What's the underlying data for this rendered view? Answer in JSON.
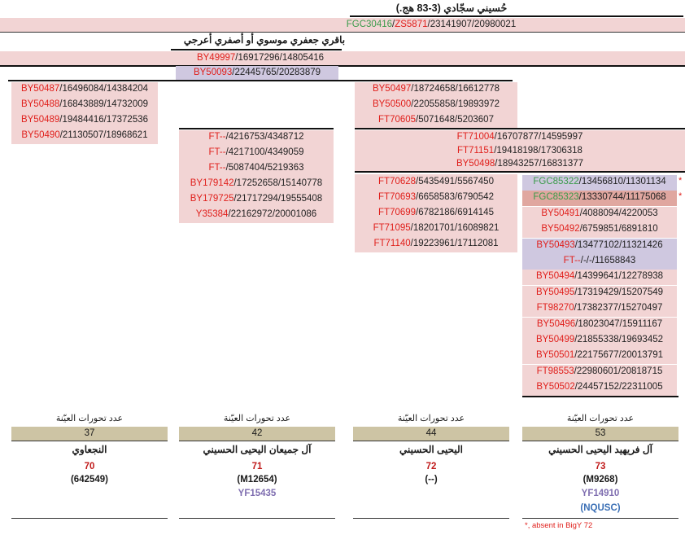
{
  "top": {
    "title": "حُسيني سجّادي (3-83 هج.)",
    "lineage": [
      {
        "t": "FGC30416",
        "c": "green"
      },
      {
        "t": "/",
        "c": "dark"
      },
      {
        "t": "ZS5871",
        "c": "red"
      },
      {
        "t": "/23141907/20980021",
        "c": "dark"
      }
    ],
    "subtitle": "باقري جعفري موسوي    أو    أصفري أعرجي",
    "row1": [
      {
        "t": "BY49997",
        "c": "red"
      },
      {
        "t": "/16917296/14805416",
        "c": "dark"
      }
    ],
    "row2": [
      {
        "t": "BY50093",
        "c": "red"
      },
      {
        "t": "/22445765/20283879",
        "c": "dark"
      }
    ]
  },
  "col1": [
    [
      {
        "t": "BY50487",
        "c": "red"
      },
      {
        "t": "/16496084/14384204",
        "c": "dark"
      }
    ],
    [
      {
        "t": "BY50488",
        "c": "red"
      },
      {
        "t": "/16843889/14732009",
        "c": "dark"
      }
    ],
    [
      {
        "t": "BY50489",
        "c": "red"
      },
      {
        "t": "/19484416/17372536",
        "c": "dark"
      }
    ],
    [
      {
        "t": "BY50490",
        "c": "red"
      },
      {
        "t": "/21130507/18968621",
        "c": "dark"
      }
    ]
  ],
  "col2": [
    [
      {
        "t": "FT--",
        "c": "red"
      },
      {
        "t": "/4216753/4348712",
        "c": "dark"
      }
    ],
    [
      {
        "t": "FT--",
        "c": "red"
      },
      {
        "t": "/4217100/4349059",
        "c": "dark"
      }
    ],
    [
      {
        "t": "FT--",
        "c": "red"
      },
      {
        "t": "/5087404/5219363",
        "c": "dark"
      }
    ],
    [
      {
        "t": "BY179142",
        "c": "red"
      },
      {
        "t": "/17252658/15140778",
        "c": "dark"
      }
    ],
    [
      {
        "t": "BY179725",
        "c": "red"
      },
      {
        "t": "/21717294/19555408",
        "c": "dark"
      }
    ],
    [
      {
        "t": "Y35384",
        "c": "red"
      },
      {
        "t": "/22162972/20001086",
        "c": "dark"
      }
    ]
  ],
  "col3top": [
    [
      {
        "t": "BY50497",
        "c": "red"
      },
      {
        "t": "/18724658/16612778",
        "c": "dark"
      }
    ],
    [
      {
        "t": "BY50500",
        "c": "red"
      },
      {
        "t": "/22055858/19893972",
        "c": "dark"
      }
    ],
    [
      {
        "t": "FT70605",
        "c": "red"
      },
      {
        "t": "/5071648/5203607",
        "c": "dark"
      }
    ]
  ],
  "col34": [
    [
      {
        "t": "FT71004",
        "c": "red"
      },
      {
        "t": "/16707877/14595997",
        "c": "dark"
      }
    ],
    [
      {
        "t": "FT71151",
        "c": "red"
      },
      {
        "t": "/19418198/17306318",
        "c": "dark"
      }
    ],
    [
      {
        "t": "BY50498",
        "c": "red"
      },
      {
        "t": "/18943257/16831377",
        "c": "dark"
      }
    ]
  ],
  "col3": [
    [
      {
        "t": "FT70628",
        "c": "red"
      },
      {
        "t": "/5435491/5567450",
        "c": "dark"
      }
    ],
    [
      {
        "t": "FT70693",
        "c": "red"
      },
      {
        "t": "/6658583/6790542",
        "c": "dark"
      }
    ],
    [
      {
        "t": "FT70699",
        "c": "red"
      },
      {
        "t": "/6782186/6914145",
        "c": "dark"
      }
    ],
    [
      {
        "t": "FT71095",
        "c": "red"
      },
      {
        "t": "/18201701/16089821",
        "c": "dark"
      }
    ],
    [
      {
        "t": "FT71140",
        "c": "red"
      },
      {
        "t": "/19223961/17112081",
        "c": "dark"
      }
    ]
  ],
  "col4": [
    {
      "bg": "purple",
      "star": true,
      "parts": [
        {
          "t": "FGC85322",
          "c": "green"
        },
        {
          "t": "/13456810/11301134",
          "c": "dark"
        }
      ]
    },
    {
      "bg": "dark",
      "star": true,
      "parts": [
        {
          "t": "FGC85323",
          "c": "green"
        },
        {
          "t": "/13330744/11175068",
          "c": "dark"
        }
      ]
    },
    {
      "bg": "pink",
      "parts": [
        {
          "t": "BY50491",
          "c": "red"
        },
        {
          "t": "/4088094/4220053",
          "c": "dark"
        }
      ]
    },
    {
      "bg": "pink",
      "parts": [
        {
          "t": "BY50492",
          "c": "red"
        },
        {
          "t": "/6759851/6891810",
          "c": "dark"
        }
      ]
    },
    {
      "bg": "purple",
      "parts": [
        {
          "t": "BY50493",
          "c": "red"
        },
        {
          "t": "/13477102/11321426",
          "c": "dark"
        }
      ]
    },
    {
      "bg": "purple",
      "parts": [
        {
          "t": "FT--",
          "c": "red"
        },
        {
          "t": "/-/-/11658843",
          "c": "dark"
        }
      ]
    },
    {
      "bg": "pink",
      "parts": [
        {
          "t": "BY50494",
          "c": "red"
        },
        {
          "t": "/14399641/12278938",
          "c": "dark"
        }
      ]
    },
    {
      "bg": "pink",
      "parts": [
        {
          "t": "BY50495",
          "c": "red"
        },
        {
          "t": "/17319429/15207549",
          "c": "dark"
        }
      ]
    },
    {
      "bg": "pink",
      "parts": [
        {
          "t": "FT98270",
          "c": "red"
        },
        {
          "t": "/17382377/15270497",
          "c": "dark"
        }
      ]
    },
    {
      "bg": "pink",
      "parts": [
        {
          "t": "BY50496",
          "c": "red"
        },
        {
          "t": "/18023047/15911167",
          "c": "dark"
        }
      ]
    },
    {
      "bg": "pink",
      "parts": [
        {
          "t": "BY50499",
          "c": "red"
        },
        {
          "t": "/21855338/19693452",
          "c": "dark"
        }
      ]
    },
    {
      "bg": "pink",
      "parts": [
        {
          "t": "BY50501",
          "c": "red"
        },
        {
          "t": "/22175677/20013791",
          "c": "dark"
        }
      ]
    },
    {
      "bg": "pink",
      "parts": [
        {
          "t": "FT98553",
          "c": "red"
        },
        {
          "t": "/22980601/20818715",
          "c": "dark"
        }
      ]
    },
    {
      "bg": "pink",
      "parts": [
        {
          "t": "BY50502",
          "c": "red"
        },
        {
          "t": "/24457152/22311005",
          "c": "dark"
        }
      ]
    }
  ],
  "star_mark": "*",
  "footer": {
    "count_label": "عدد تحورات العيّنة",
    "groups": [
      {
        "count": "37",
        "name": "النجعاوي",
        "id": "70",
        "code": "(642549)"
      },
      {
        "count": "42",
        "name": "آل جميعان اليحيى الحسيني",
        "id": "71",
        "code": "(M12654)",
        "yf": "YF15435"
      },
      {
        "count": "44",
        "name": "اليحيى الحسيني",
        "id": "72",
        "code": "(--)"
      },
      {
        "count": "53",
        "name": "آل فريهيد اليحيى الحسيني",
        "id": "73",
        "code": "(M9268)",
        "yf": "YF14910",
        "extra": "(NQUSC)"
      }
    ],
    "note": "*, absent in BigY 72"
  }
}
